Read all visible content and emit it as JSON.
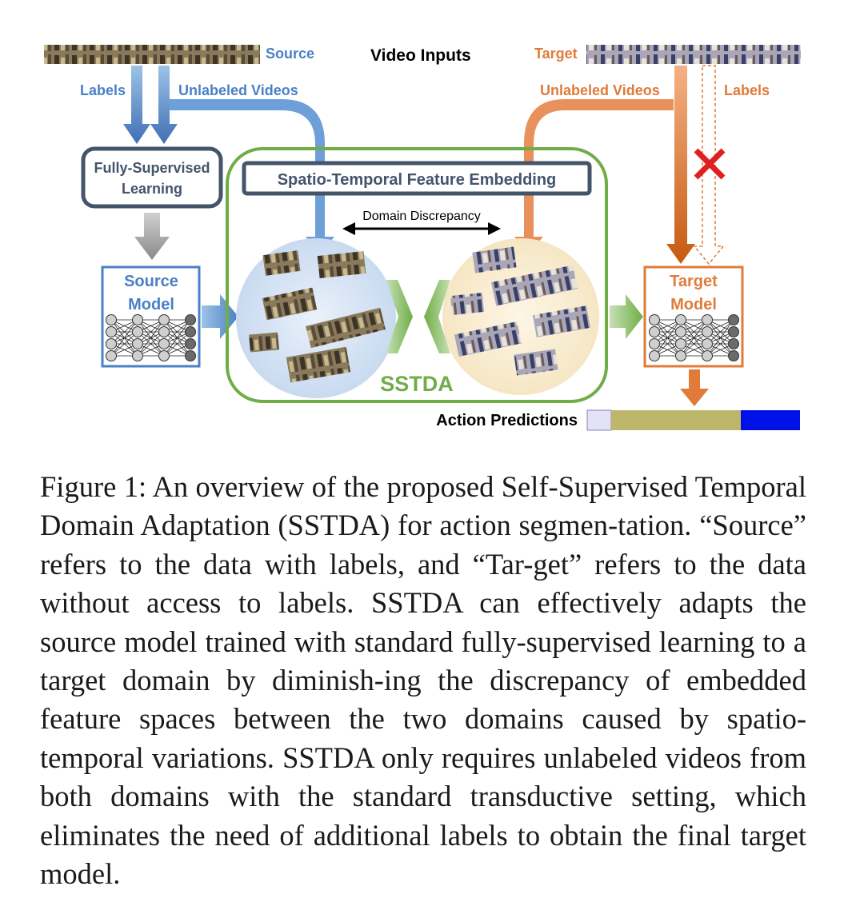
{
  "figure": {
    "video_inputs": "Video Inputs",
    "source_label": "Source",
    "target_label": "Target",
    "source_labels": "Labels",
    "source_unlabeled": "Unlabeled Videos",
    "target_unlabeled": "Unlabeled Videos",
    "target_labels": "Labels",
    "fully_supervised_line1": "Fully-Supervised",
    "fully_supervised_line2": "Learning",
    "embedding": "Spatio-Temporal Feature Embedding",
    "domain_discrepancy": "Domain Discrepancy",
    "source_model_line1": "Source",
    "source_model_line2": "Model",
    "target_model_line1": "Target",
    "target_model_line2": "Model",
    "sstda": "SSTDA",
    "action_predictions": "Action Predictions",
    "colors": {
      "blue_text": "#4a80c6",
      "orange_text": "#e07b39",
      "green": "#70ad47",
      "dark_box": "#44546a",
      "pred_light": "#e3e3f5",
      "pred_olive": "#bdb76b",
      "pred_blue": "#0010e8"
    }
  },
  "caption": "Figure 1:  An overview of the proposed Self-Supervised Temporal Domain Adaptation (SSTDA) for action segmen-­tation. “Source” refers to the data with labels, and “Tar-­get” refers to the data without access to labels. SSTDA can effectively adapts the source model trained with standard fully-supervised learning to a target domain by diminish-­ing the discrepancy of embedded feature spaces between the two domains caused by spatio-temporal variations. SSTDA only requires unlabeled videos from both domains with the standard transductive setting, which eliminates the need of additional labels to obtain the final target model."
}
